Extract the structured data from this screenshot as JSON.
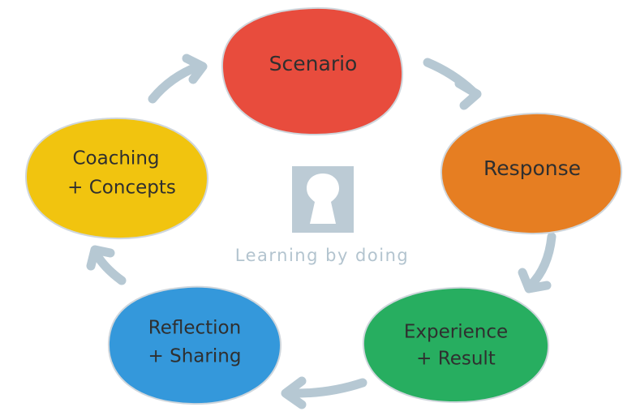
{
  "diagram": {
    "title": "Learning by doing",
    "nodes": [
      {
        "id": "scenario",
        "lines": [
          "Scenario"
        ],
        "color": "#e84c3d"
      },
      {
        "id": "response",
        "lines": [
          "Response"
        ],
        "color": "#e67e22"
      },
      {
        "id": "experience",
        "lines": [
          "Experience",
          "+ Result"
        ],
        "color": "#27ae60"
      },
      {
        "id": "reflection",
        "lines": [
          "Reflection",
          "+ Sharing"
        ],
        "color": "#3498db"
      },
      {
        "id": "coaching",
        "lines": [
          "Coaching",
          "+ Concepts"
        ],
        "color": "#f1c40f"
      }
    ],
    "edges": [
      {
        "from": "scenario",
        "to": "response"
      },
      {
        "from": "response",
        "to": "experience"
      },
      {
        "from": "experience",
        "to": "reflection"
      },
      {
        "from": "reflection",
        "to": "coaching"
      },
      {
        "from": "coaching",
        "to": "scenario"
      }
    ]
  },
  "colors": {
    "arrow": "#b6c8d3",
    "lock_box": "#bccbd5",
    "keyhole": "#ffffff",
    "caption": "#b3c4cf",
    "outline": "#cfd6dc",
    "text": "#2f2f2f"
  },
  "icons": {
    "center": "keyhole-icon"
  }
}
